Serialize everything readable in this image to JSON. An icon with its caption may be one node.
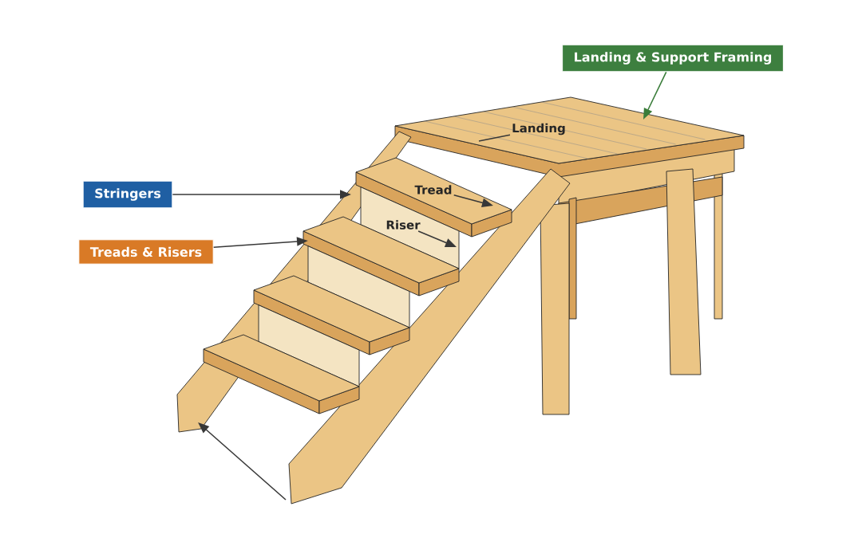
{
  "diagram": {
    "nodes": [
      {
        "text": [
          "Landing & Support Framing"
        ]
      },
      {
        "text": [
          "Stringers"
        ]
      },
      {
        "text": [
          "Treads & Risers"
        ]
      },
      {
        "text": [
          "Landing"
        ],
        "in": 6
      },
      {
        "text": [
          "Tread"
        ],
        "in": 8
      },
      {
        "text": [
          "Riser"
        ],
        "in": 10
      },
      {
        "text": [],
        "shape": "picture"
      },
      {
        "text": [],
        "shape": "picture"
      },
      {
        "text": [],
        "shape": "picture"
      },
      {
        "text": [],
        "shape": "picture"
      },
      {
        "text": [],
        "shape": "picture"
      }
    ],
    "edges": [
      {
        "from": 0,
        "to": 6,
        "arrow": "to",
        "color": "#3a7d3a"
      },
      {
        "from": 1,
        "to": 7,
        "arrow": "to"
      },
      {
        "from": 2,
        "to": 9,
        "arrow": "to"
      },
      {
        "from": 3,
        "to": 6,
        "arrow": "none"
      },
      {
        "from": 4,
        "to": 8,
        "arrow": "to"
      },
      {
        "from": 5,
        "to": 10,
        "arrow": "to"
      },
      {
        "from": null,
        "to": 7,
        "arrow": "to"
      }
    ]
  }
}
